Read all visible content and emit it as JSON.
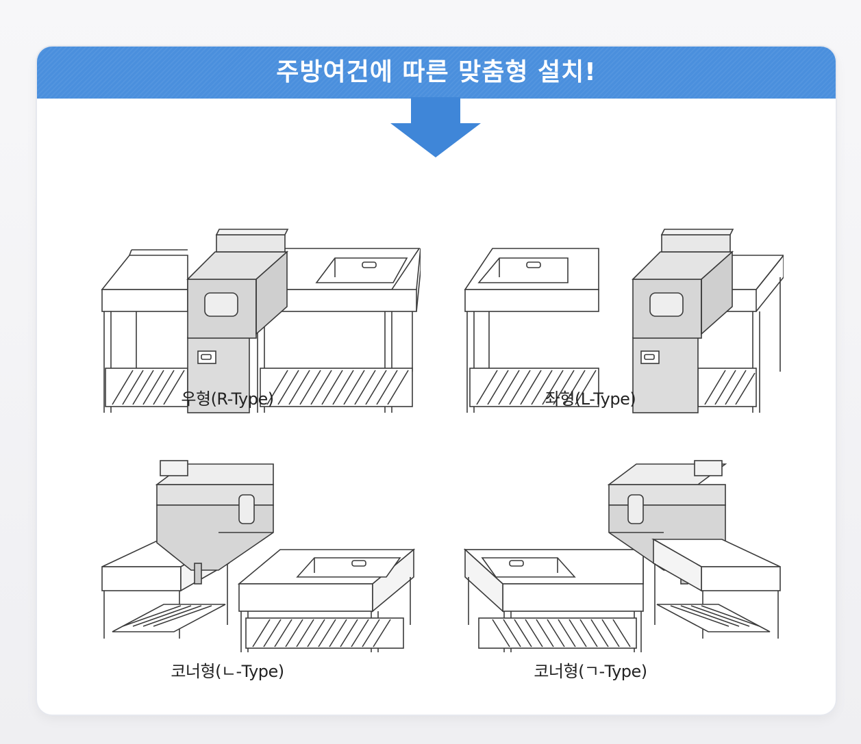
{
  "header": {
    "title": "주방여건에 따른 맞춤형 설치!"
  },
  "colors": {
    "banner": "#4a8fdd",
    "arrow": "#3f86d8",
    "line": "#3a3a3a",
    "machine_fill": "#d9d9d9"
  },
  "installations": [
    {
      "label": "우형(R-Type)"
    },
    {
      "label": "좌형(L-Type)"
    },
    {
      "label": "코너형(ㄴ-Type)"
    },
    {
      "label": "코너형(ㄱ-Type)"
    }
  ]
}
